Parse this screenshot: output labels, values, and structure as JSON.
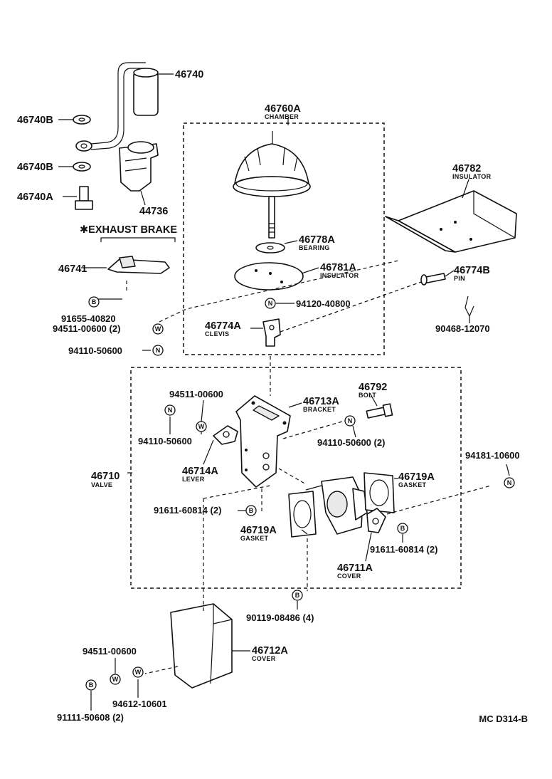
{
  "labels": {
    "p46740": "46740",
    "p46740B_1": "46740B",
    "p46740B_2": "46740B",
    "p46740A": "46740A",
    "p44736": "44736",
    "exhaust_brake": "✱EXHAUST BRAKE",
    "p46741": "46741",
    "p91655": "91655-40820",
    "p94511_a": "94511-00600 (2)",
    "p94110_a": "94110-50600",
    "p46760A": "46760A",
    "c_chamber": "CHAMBER",
    "p46778A": "46778A",
    "c_bearing": "BEARING",
    "p46781A": "46781A",
    "c_insulator1": "INSULATOR",
    "p94120": "94120-40800",
    "p46774A": "46774A",
    "c_clevis": "CLEVIS",
    "p46782": "46782",
    "c_insulator2": "INSULATOR",
    "p46774B": "46774B",
    "c_pin": "PIN",
    "p90468": "90468-12070",
    "p94511_b": "94511-00600",
    "p46713A": "46713A",
    "c_bracket": "BRACKET",
    "p46792": "46792",
    "c_bolt": "BOLT",
    "p94110_b": "94110-50600",
    "p94110_c": "94110-50600 (2)",
    "p46714A": "46714A",
    "c_lever": "LEVER",
    "p46710": "46710",
    "c_valve": "VALVE",
    "p94181": "94181-10600",
    "p46719A_r": "46719A",
    "c_gasket_r": "GASKET",
    "p91611_l": "91611-60814 (2)",
    "p46719A_l": "46719A",
    "c_gasket_l": "GASKET",
    "p91611_r": "91611-60814 (2)",
    "p46711A": "46711A",
    "c_cover1": "COVER",
    "p90119": "90119-08486 (4)",
    "p46712A": "46712A",
    "c_cover2": "COVER",
    "p94511_c": "94511-00600",
    "p94612": "94612-10601",
    "p91111": "91111-50608 (2)",
    "diagram_code": "MC D314-B"
  },
  "symbols": {
    "bolt": "B",
    "washer": "W",
    "nut": "N"
  }
}
